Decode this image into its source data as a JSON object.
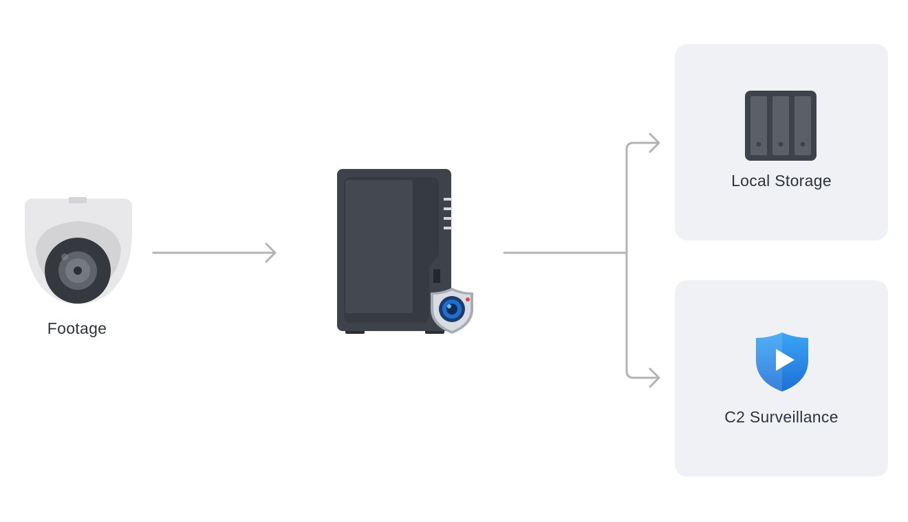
{
  "nodes": {
    "camera": {
      "label": "Footage",
      "icon": "dome-camera-icon"
    },
    "nas": {
      "icon": "nas-server-icon",
      "badge_icon": "surveillance-shield-icon"
    },
    "local_storage": {
      "label": "Local Storage",
      "icon": "drive-bays-icon"
    },
    "c2": {
      "label": "C2 Surveillance",
      "icon": "c2-surveillance-shield-icon"
    }
  },
  "colors": {
    "connector": "#b3b3b3",
    "card_background": "#f0f1f5",
    "nas_body": "#3f444c",
    "c2_blue": "#2f8fe6"
  }
}
